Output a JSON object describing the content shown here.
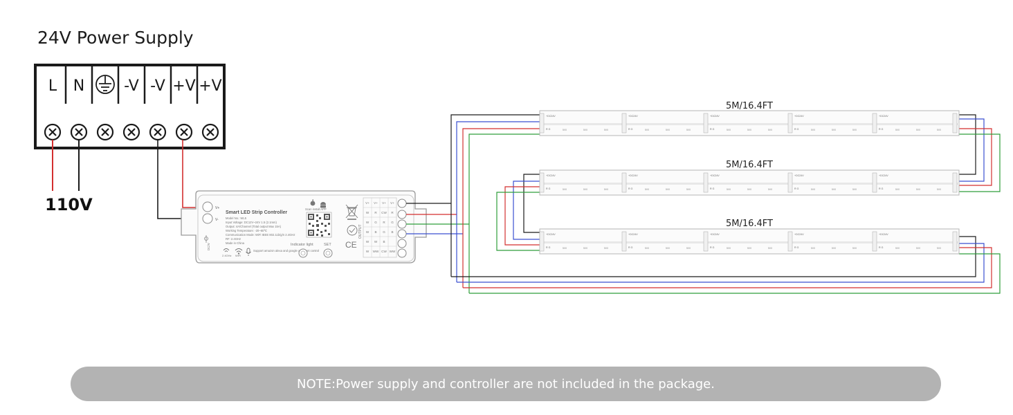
{
  "power_supply": {
    "title": "24V Power Supply",
    "terminals": [
      "L",
      "N",
      "",
      "-V",
      "-V",
      "+V",
      "+V"
    ],
    "ground_icon": "ground-icon",
    "input_voltage": "110V"
  },
  "controller": {
    "name": "Smart LED Strip Controller",
    "model": "Model No.: WL5",
    "input_voltage": "Input Voltage: DC12V~24V 1.5 (2.1mm)",
    "output": "Output: 4A/Channel (Total output Max 15A)",
    "working_temp": "Working Temperature: -20~60℃",
    "communication": "Communication Mode: WiFi IEEE 802.11b/g/n 2.4GHz",
    "rf": "RF: 2.4GHz",
    "made_in": "Made in China",
    "scan_app": "Scan install APP",
    "support": "Support amazon alexa and google assistant control",
    "indicator": "Indicator light",
    "set": "SET",
    "output_label": "OUTPUT",
    "power_in_pos": "V+",
    "power_in_neg": "V-",
    "freq_label": "2.4GHz",
    "wifi_label": "WiFi",
    "dc_label": "DC/V",
    "ce_mark": "CE",
    "output_cols": [
      [
        "V+",
        "W",
        "W",
        "W",
        "W",
        "W"
      ],
      [
        "V+",
        "R",
        "G",
        "B",
        "W",
        "WW"
      ],
      [
        "V+",
        "CW",
        "R",
        "G",
        "B",
        "CW"
      ],
      [
        "V+",
        "R",
        "G",
        "B",
        "",
        "WW"
      ]
    ]
  },
  "strips": [
    {
      "label": "5M/16.4FT"
    },
    {
      "label": "5M/16.4FT"
    },
    {
      "label": "5M/16.4FT"
    }
  ],
  "strip_text": {
    "dc_label": "+DC24V",
    "r_label": "R",
    "g_label": "G",
    "b_label": "B",
    "seg_label": "5V0"
  },
  "note": "NOTE:Power supply and controller are not included in the package.",
  "colors": {
    "black": "#1a1a1a",
    "red": "#d32f2f",
    "green": "#2e9e3a",
    "blue": "#3a4fd0",
    "note_bg": "#b3b3b3"
  }
}
